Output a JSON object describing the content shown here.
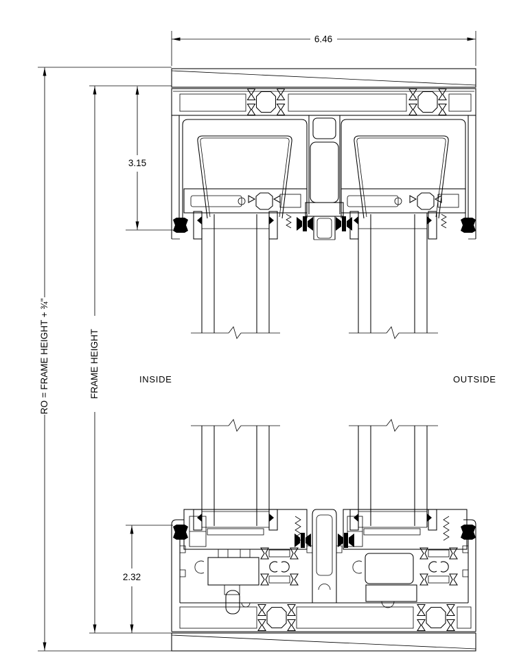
{
  "drawing": {
    "labels": {
      "inside": "INSIDE",
      "outside": "OUTSIDE"
    },
    "dimensions": {
      "frame_width": "6.46",
      "head_section_height": "3.15",
      "sill_section_height": "2.32",
      "frame_height": "FRAME HEIGHT",
      "rough_opening": "RO = FRAME HEIGHT + ¾\""
    },
    "colors": {
      "line": "#000000",
      "background": "#ffffff",
      "gasket_fill": "#000000"
    }
  }
}
